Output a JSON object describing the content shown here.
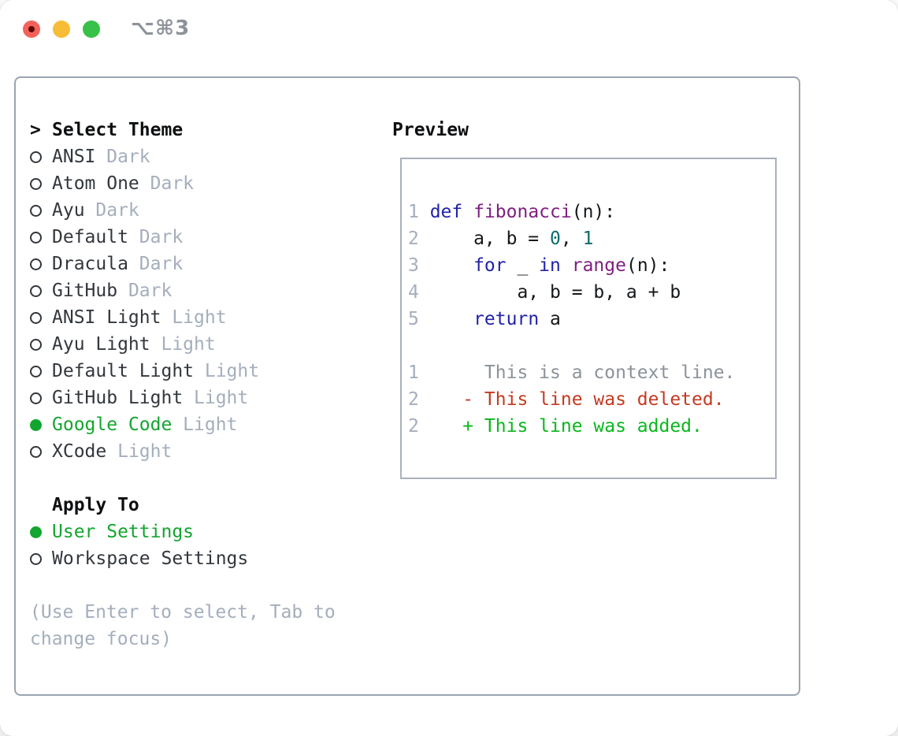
{
  "window": {
    "title_shortcut": "⌥⌘3",
    "traffic_lights": [
      {
        "name": "close"
      },
      {
        "name": "minimize"
      },
      {
        "name": "zoom"
      }
    ]
  },
  "theme_panel": {
    "header": {
      "marker": ">",
      "label": "Select Theme"
    },
    "themes": [
      {
        "name": "ANSI",
        "variant": "Dark",
        "selected": false
      },
      {
        "name": "Atom One",
        "variant": "Dark",
        "selected": false
      },
      {
        "name": "Ayu",
        "variant": "Dark",
        "selected": false
      },
      {
        "name": "Default",
        "variant": "Dark",
        "selected": false
      },
      {
        "name": "Dracula",
        "variant": "Dark",
        "selected": false
      },
      {
        "name": "GitHub",
        "variant": "Dark",
        "selected": false
      },
      {
        "name": "ANSI Light",
        "variant": "Light",
        "selected": false
      },
      {
        "name": "Ayu Light",
        "variant": "Light",
        "selected": false
      },
      {
        "name": "Default Light",
        "variant": "Light",
        "selected": false
      },
      {
        "name": "GitHub Light",
        "variant": "Light",
        "selected": false
      },
      {
        "name": "Google Code",
        "variant": "Light",
        "selected": true
      },
      {
        "name": "XCode",
        "variant": "Light",
        "selected": false
      }
    ],
    "apply_to": {
      "label": "Apply To",
      "options": [
        {
          "name": "User Settings",
          "selected": true
        },
        {
          "name": "Workspace Settings",
          "selected": false
        }
      ]
    },
    "hint_lines": [
      "(Use Enter to select, Tab to",
      "change focus)"
    ]
  },
  "preview": {
    "title": "Preview",
    "lines": [
      {
        "num": "1",
        "segments": [
          {
            "t": "def",
            "c": "kw"
          },
          {
            "t": " ",
            "c": "plain"
          },
          {
            "t": "fibonacci",
            "c": "fn"
          },
          {
            "t": "(n):",
            "c": "plain"
          }
        ]
      },
      {
        "num": "2",
        "segments": [
          {
            "t": "    a, b = ",
            "c": "plain"
          },
          {
            "t": "0",
            "c": "lit"
          },
          {
            "t": ", ",
            "c": "plain"
          },
          {
            "t": "1",
            "c": "lit"
          }
        ]
      },
      {
        "num": "3",
        "segments": [
          {
            "t": "    ",
            "c": "plain"
          },
          {
            "t": "for",
            "c": "kw"
          },
          {
            "t": " _ ",
            "c": "plain"
          },
          {
            "t": "in",
            "c": "kw"
          },
          {
            "t": " ",
            "c": "plain"
          },
          {
            "t": "range",
            "c": "fn"
          },
          {
            "t": "(n):",
            "c": "plain"
          }
        ]
      },
      {
        "num": "4",
        "segments": [
          {
            "t": "        a, b = b, a + b",
            "c": "plain"
          }
        ]
      },
      {
        "num": "5",
        "segments": [
          {
            "t": "    ",
            "c": "plain"
          },
          {
            "t": "return",
            "c": "kw"
          },
          {
            "t": " a",
            "c": "plain"
          }
        ]
      },
      {
        "num": "",
        "segments": []
      },
      {
        "num": "1",
        "segments": [
          {
            "t": "     This is a context line.",
            "c": "ctx"
          }
        ]
      },
      {
        "num": "2",
        "segments": [
          {
            "t": "   - This line was deleted.",
            "c": "del"
          }
        ]
      },
      {
        "num": "2",
        "segments": [
          {
            "t": "   + This line was added.",
            "c": "add"
          }
        ]
      }
    ]
  },
  "colors": {
    "accent_green": "#13a52f",
    "keyword_blue": "#2222a8",
    "function_purple": "#801f80",
    "literal_teal": "#0e6b6b",
    "deleted_red": "#c43a21",
    "added_green": "#0bb71d",
    "context_gray": "#8b9299",
    "lineno_gray": "#a4aebc",
    "muted_gray": "#a4aebc",
    "text_dark": "#32373d",
    "heading_black": "#0d0f11",
    "code_plain": "#15181b",
    "panel_border": "#9aa5b1",
    "preview_border": "#a8b1bb",
    "title_gray": "#8d929a",
    "tl_red": "#f4635a",
    "tl_red_dot": "#5e0700",
    "tl_yellow": "#f7bd36",
    "tl_green": "#37c148"
  }
}
